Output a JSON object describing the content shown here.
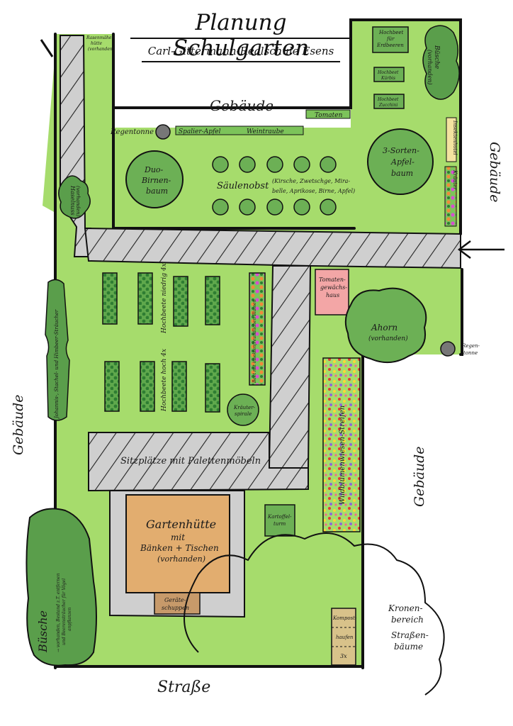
{
  "title": "Planung Schulgarten",
  "subtitle": "Carl-Gittermann-Realschule Esens",
  "labels": {
    "building_top": "Gebäude",
    "building_right_top": "Gebäude",
    "building_left": "Gebäude",
    "building_right_bottom": "Gebäude",
    "street": "Straße",
    "rasenmaeher": [
      "Rasenmäher-",
      "hütte",
      "(vorhanden)"
    ],
    "regentonne_top": "Regentonne",
    "regentonne_right": [
      "Regen-",
      "tonne"
    ],
    "spalier_apfel": "Spalier-Apfel",
    "weintraube": "Weintraube",
    "tomaten": "Tomaten",
    "hochbeet_erdbeeren": [
      "Hochbeet",
      "für",
      "Erdbeeren"
    ],
    "hochbeet_kuerbis": [
      "Hochbeet",
      "Kürbis"
    ],
    "hochbeet_zucchini": [
      "Hochbeet",
      "Zucchini"
    ],
    "buesche_right": [
      "Büsche",
      "(vorhanden)"
    ],
    "insektenhotel": "Insektenhotel",
    "kraeuter_top": "Kräuter",
    "duo_birnenbaum": [
      "Duo-",
      "Birnen-",
      "baum"
    ],
    "apfelbaum": [
      "3-Sorten-",
      "Apfel-",
      "baum"
    ],
    "saeulenobst": "Säulenobst",
    "saeulenobst_sorten": [
      "(Kirsche, Zwetschge, Mira-",
      "belle, Aprikose, Birne, Apfel)"
    ],
    "haselnuss": [
      "Haselnuss",
      "(vorhanden)"
    ],
    "beerenstraeucher": "Johannis-, Stachel- und Himbeer-Sträucher",
    "hochbeete_niedrig": "Hochbeete niedrig 4x",
    "hochbeete_hoch": "Hochbeete hoch 4x",
    "beet_wildblumen": "Beet mit insektenfreundlichen Blumen",
    "kraeuterspirale": [
      "Kräuter-",
      "spirale"
    ],
    "tomatenhaus": [
      "Tomaten-",
      "gewächs-",
      "haus"
    ],
    "ahorn": [
      "Ahorn",
      "(vorhanden)"
    ],
    "wildblumen": "Wildblumenwiesen-Streifen",
    "sitzplaetze": "Sitzplätze mit Palettenmöbeln",
    "gartenhuette": [
      "Gartenhütte",
      "mit",
      "Bänken + Tischen",
      "(vorhanden)"
    ],
    "geraeteschuppen": [
      "Geräte-",
      "schuppen"
    ],
    "kartoffelturm": [
      "Kartoffel-",
      "turm"
    ],
    "buesche_left": "Büsche",
    "buesche_left_note": [
      "→ vorhanden, Bestand z.T. entfernen",
      "und Beerensträucher für Vögel",
      "anpflanzen"
    ],
    "kronenbereich": [
      "Kronen-",
      "bereich",
      "Straßen-",
      "bäume"
    ],
    "komposthaufen": [
      "Kompost-",
      "haufen",
      "3x"
    ]
  },
  "colors": {
    "lawn": "#a6dc6c",
    "path": "#cfcfcf",
    "tree": "#6cb055",
    "tree_dark": "#3f8a3a",
    "bed_dark": "#2e7d32",
    "hut": "#e2ad6f",
    "shed": "#c79a6a",
    "greenhouse": "#f3a6a6",
    "compost": "#d8c28a",
    "outline": "#111111"
  }
}
